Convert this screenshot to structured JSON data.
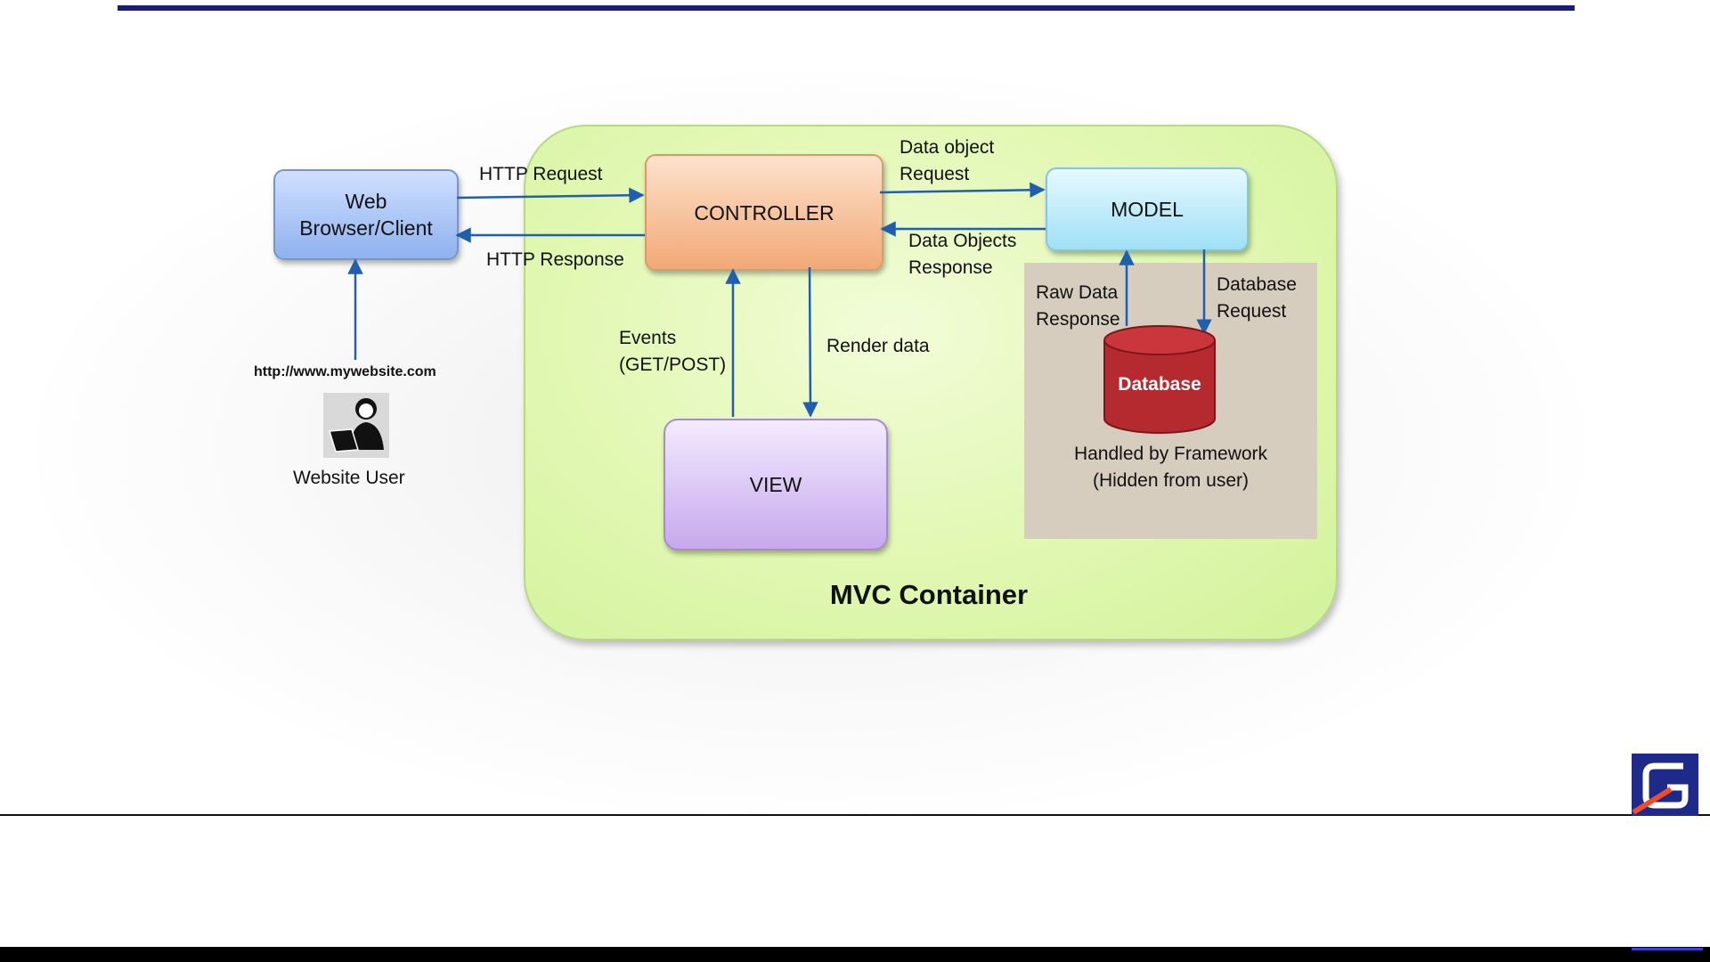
{
  "nodes": {
    "browser_line1": "Web",
    "browser_line2": "Browser/Client",
    "controller": "CONTROLLER",
    "model": "MODEL",
    "view": "VIEW",
    "database": "Database"
  },
  "edges": {
    "http_request": "HTTP Request",
    "http_response": "HTTP Response",
    "data_object_request_1": "Data object",
    "data_object_request_2": "Request",
    "data_objects_response_1": "Data Objects",
    "data_objects_response_2": "Response",
    "events_1": "Events",
    "events_2": "(GET/POST)",
    "render_data": "Render data",
    "raw_data_response_1": "Raw Data",
    "raw_data_response_2": "Response",
    "database_request_1": "Database",
    "database_request_2": "Request"
  },
  "user": {
    "url": "http://www.mywebsite.com",
    "label": "Website User"
  },
  "framework_note": {
    "line1": "Handled by Framework",
    "line2": "(Hidden from user)"
  },
  "container_label": "MVC Container",
  "colors": {
    "arrow": "#1f5fad",
    "container_fill": "#def7ac",
    "controller_fill": "#f4b486",
    "model_fill": "#b8e8f8",
    "view_fill": "#d4bef0",
    "browser_fill": "#a9c4f3",
    "database_fill": "#b52a2f",
    "hidden_panel": "#d7cdbf",
    "topbar": "#1a1c6e"
  }
}
